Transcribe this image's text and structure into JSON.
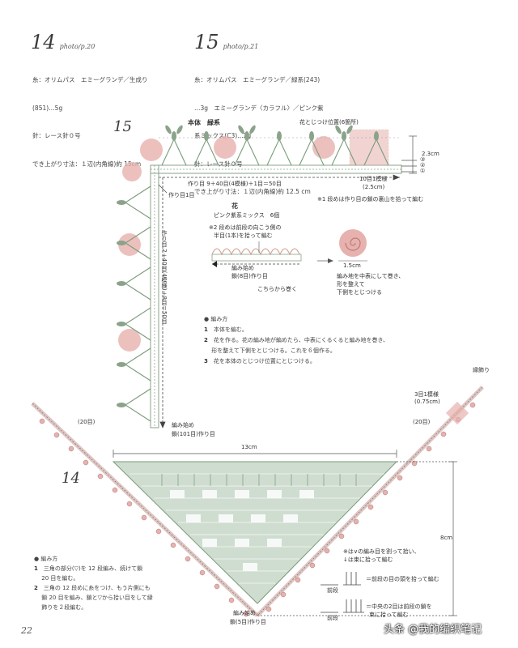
{
  "p14": {
    "number": "14",
    "photo": "photo/p.20",
    "spec": [
      "糸：オリムパス　エミーグランデ／生成り",
      "(851)…5g",
      "針：レース針０号",
      "でき上がり寸法：１辺(内角線)約 15cm"
    ]
  },
  "p15": {
    "number": "15",
    "photo": "photo/p.21",
    "spec": [
      "糸：オリムパス　エミーグランデ／緑系(243)",
      "…3g　エミーグランデ〈カラフル〉／ピンク紫",
      "系ミックス(C3)…2g",
      "針：レース針０号",
      "でき上がり寸法：１辺(内角線)約 12.5 cm"
    ]
  },
  "diagram15": {
    "label": "15",
    "body_label": "本体　緑系",
    "flower_pos_label": "花とじつけ位置(6箇所)",
    "pattern_label": "10目1模様",
    "pattern_size": "(2.5cm)",
    "height": "2.3cm",
    "row_marks": [
      "③",
      "②",
      "①"
    ],
    "top_count": "作り目 9＋40目(4模様)＋1目＝50目",
    "corner_label": "作り目1目",
    "side_count": "作り目 2＋40目(4模様)＋8目＝50目",
    "row1_note": "※1 段めは作り目の鎖の裏山を拾って編む",
    "start_label": "編み始め",
    "start_chain": "鎖(101目)作り目"
  },
  "flower": {
    "title": "花",
    "yarn": "ピンク紫系ミックス　6個",
    "note1": "※2 段めは前段の向こう側の",
    "note2": "半目(1本)を拾って編む",
    "start": "編み始め",
    "chain": "鎖(8目)作り目",
    "roll": "こちらから巻く",
    "size": "1.5cm",
    "how1": "編み地を中表にして巻き、",
    "how2": "形を整えて",
    "how3": "下側をとじつける"
  },
  "method15": {
    "heading": "● 編み方",
    "steps": [
      {
        "n": "1",
        "t": "本体を編む。"
      },
      {
        "n": "2",
        "t": "花を作る。花の編み地が編めたら、中表にくるくると編み地を巻き、"
      },
      {
        "n": "",
        "t": "形を整えて下側をとじつける。これを６個作る。"
      },
      {
        "n": "3",
        "t": "花を本体のとじつけ位置にとじつける。"
      }
    ]
  },
  "diagram14": {
    "label": "14",
    "left_side": "(20目)",
    "right_side": "(20目)",
    "width": "13cm",
    "height": "8cm",
    "edge_label": "縁飾り",
    "pattern_label": "3目1模様",
    "pattern_size": "(0.75cm)",
    "start_label": "編み始め",
    "start_chain": "鎖(5目)作り目"
  },
  "legend14": {
    "line1": "※は∨の編み目を割って拾い、",
    "line2": "↓は束に拾って編む",
    "row_a": "前段",
    "desc_a": "＝前段の目の頭を拾って編む",
    "row_b": "前段",
    "desc_b1": "＝中央の2目は前段の鎖を",
    "desc_b2": "束に拾って編む"
  },
  "method14": {
    "heading": "● 編み方",
    "steps": [
      {
        "n": "1",
        "t": "三角の部分(▽)を 12 段編み、続けて鎖"
      },
      {
        "n": "",
        "t": "20 目を編む。"
      },
      {
        "n": "2",
        "t": "三角の 12 段めに糸をつけ、もう片側にも"
      },
      {
        "n": "",
        "t": "鎖 20 目を編み、鎖と▽から拾い目をして縁"
      },
      {
        "n": "",
        "t": "飾りを２段編む。"
      }
    ]
  },
  "page_number": "22",
  "watermark": "头条 @我的编织笔记",
  "colors": {
    "green": "#8aa38a",
    "pink": "#e7b1ad",
    "mint": "#cfddd0",
    "ink": "#333333"
  }
}
